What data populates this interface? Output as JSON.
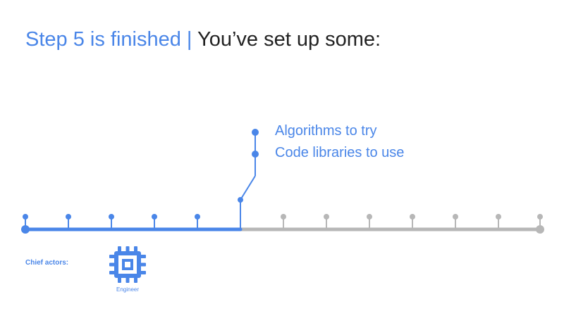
{
  "title": {
    "step": "Step 5 is finished",
    "separator": "|",
    "rest": "You’ve set up some:"
  },
  "outputs": [
    "Algorithms to try",
    "Code libraries to use"
  ],
  "timeline": {
    "total_steps": 12,
    "completed_steps": 5,
    "completed_color": "#4a86e8",
    "pending_color": "#b7b7b7"
  },
  "actors": {
    "label": "Chief actors:",
    "items": [
      {
        "name": "Engineer",
        "icon": "chip-icon"
      }
    ]
  }
}
